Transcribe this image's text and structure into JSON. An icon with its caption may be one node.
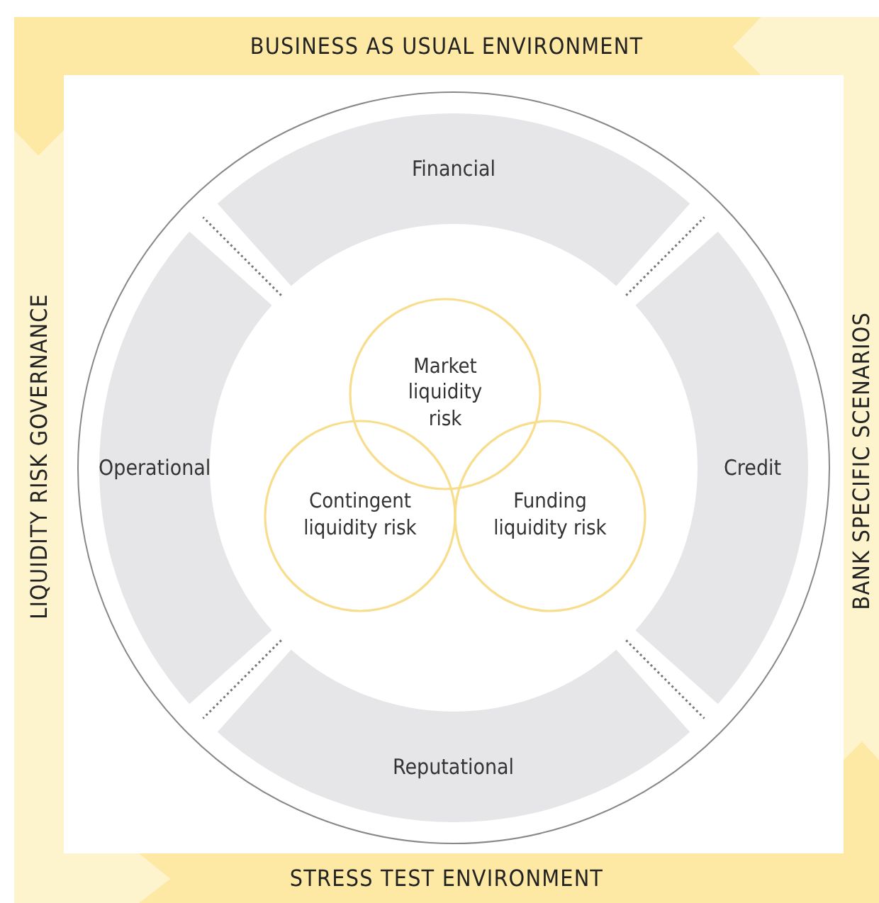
{
  "diagram": {
    "nodes": [
      {
        "text": [
          "BUSINESS AS USUAL ENVIRONMENT"
        ]
      },
      {
        "text": [
          "LIQUIDITY RISK GOVERNANCE"
        ]
      },
      {
        "text": [
          "BANK SPECIFIC SCENARIOS"
        ]
      },
      {
        "text": [
          "STRESS TEST ENVIRONMENT"
        ]
      },
      {
        "text": [
          "Financial"
        ]
      },
      {
        "text": [
          "Operational"
        ]
      },
      {
        "text": [
          "Credit"
        ]
      },
      {
        "text": [
          "Reputational"
        ]
      },
      {
        "text": [
          "Market liquidity risk"
        ]
      },
      {
        "text": [
          "Contingent liquidity risk"
        ]
      },
      {
        "text": [
          "Funding liquidity risk"
        ]
      }
    ]
  }
}
